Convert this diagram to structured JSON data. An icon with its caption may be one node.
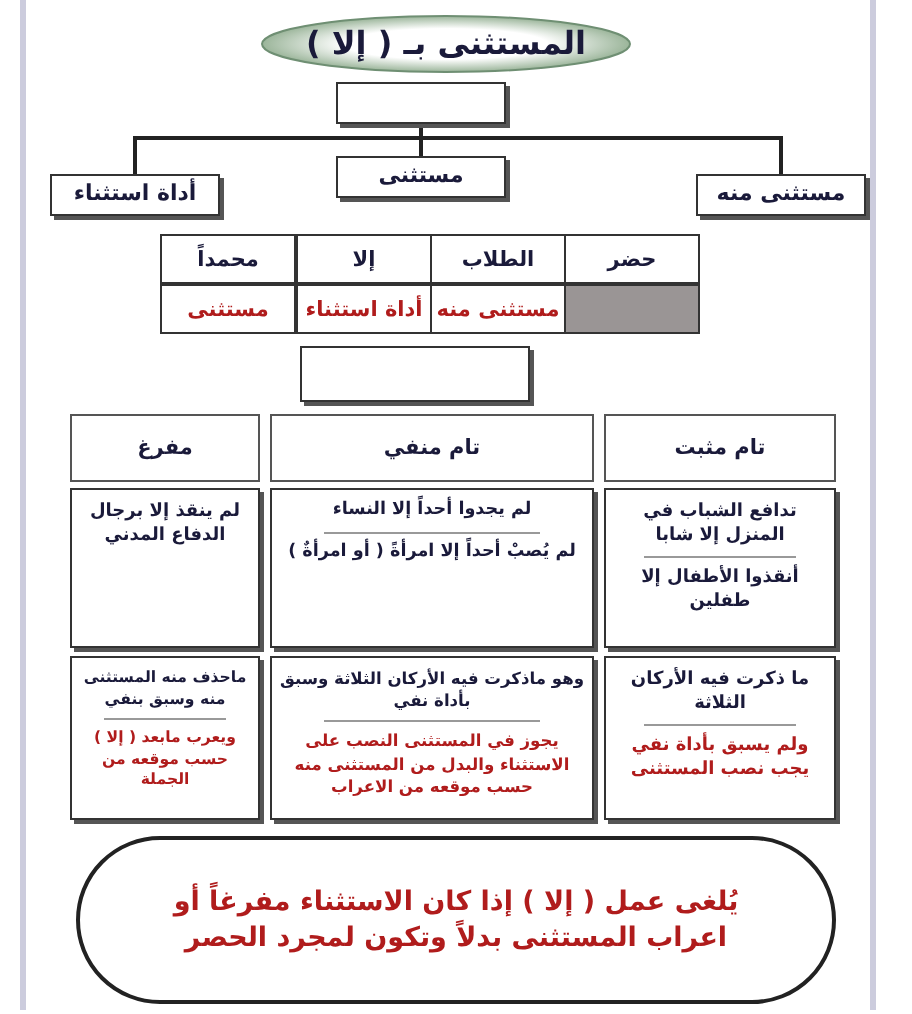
{
  "diagram": {
    "nodes": [
      {
        "text": [
          "المستثنى بـ ( إلا )"
        ]
      },
      {
        "text": [],
        "shape": "box"
      },
      {
        "text": [
          "أداة استثناء"
        ]
      },
      {
        "text": [
          "مستثنى"
        ]
      },
      {
        "text": [
          "مستثنى منه"
        ]
      },
      {
        "text": [],
        "shape": "box"
      },
      {
        "text": [
          "تام مثبت"
        ]
      },
      {
        "text": [
          "تام منفي"
        ]
      },
      {
        "text": [
          "مفرغ"
        ]
      },
      {
        "text": [
          "تدافع الشباب في المنزل إلا شابا",
          "أنقذوا الأطفال إلا طفلين"
        ]
      },
      {
        "text": [
          "لم يجدوا أحداً إلا النساء",
          "لم يُصبْ أحداً إلا امرأةً ( أو امرأةٌ )"
        ]
      },
      {
        "text": [
          "لم ينقذ إلا برجال الدفاع المدني"
        ]
      },
      {
        "text": [
          "ما ذكرت فيه الأركان الثلاثة",
          "ولم يسبق بأداة نفي يجب نصب المستثنى"
        ]
      },
      {
        "text": [
          "وهو ماذكرت فيه الأركان الثلاثة وسبق بأداة نفي",
          "يجوز في المستثنى النصب على الاستثناء والبدل من المستثنى منه حسب موقعه من الاعراب"
        ]
      },
      {
        "text": [
          "ماحذف منه المستثنى منه وسبق بنفي",
          "ويعرب مابعد ( إلا ) حسب موقعه من الجملة"
        ]
      },
      {
        "text": [
          "يُلغى عمل ( إلا ) إذا كان الاستثناء مفرغاً أو اعراب المستثنى بدلاً وتكون لمجرد الحصر"
        ]
      }
    ],
    "edges": [
      {
        "from": 1,
        "to": 4,
        "arrow": "none"
      },
      {
        "from": 1,
        "to": 3,
        "arrow": "none"
      },
      {
        "from": 1,
        "to": 2,
        "arrow": "none"
      }
    ],
    "labels": [
      "حضر",
      "الطلاب",
      "إلا",
      "محمداً",
      "مستثنى منه",
      "أداة استثناء",
      "مستثنى"
    ]
  }
}
